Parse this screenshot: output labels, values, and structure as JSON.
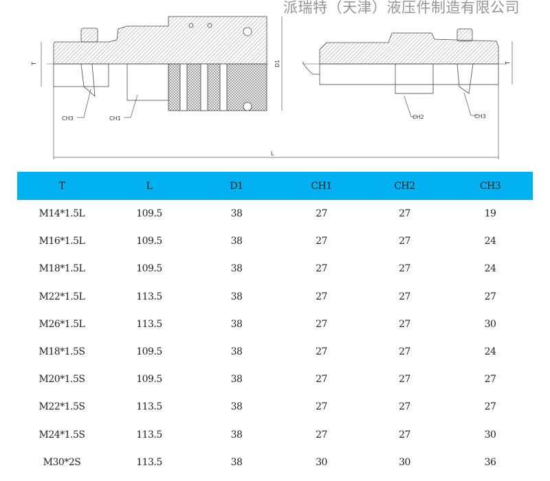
{
  "diagram": {
    "labels": {
      "T_left": "T",
      "D1": "D1",
      "CH3_left": "CH3",
      "CH1": "CH1",
      "CH2": "CH2",
      "CH3_right": "CH3",
      "T_right": "T",
      "L": "L"
    }
  },
  "table": {
    "headers": [
      "T",
      "L",
      "D1",
      "CH1",
      "CH2",
      "CH3"
    ],
    "rows": [
      [
        "M14*1.5L",
        "109.5",
        "38",
        "27",
        "27",
        "19"
      ],
      [
        "M16*1.5L",
        "109.5",
        "38",
        "27",
        "27",
        "24"
      ],
      [
        "M18*1.5L",
        "109.5",
        "38",
        "27",
        "27",
        "24"
      ],
      [
        "M22*1.5L",
        "113.5",
        "38",
        "27",
        "27",
        "27"
      ],
      [
        "M26*1.5L",
        "113.5",
        "38",
        "27",
        "27",
        "30"
      ],
      [
        "M18*1.5S",
        "109.5",
        "38",
        "27",
        "27",
        "24"
      ],
      [
        "M20*1.5S",
        "109.5",
        "38",
        "27",
        "27",
        "27"
      ],
      [
        "M22*1.5S",
        "113.5",
        "38",
        "27",
        "27",
        "27"
      ],
      [
        "M24*1.5S",
        "113.5",
        "38",
        "27",
        "27",
        "30"
      ],
      [
        "M30*2S",
        "113.5",
        "38",
        "30",
        "30",
        "36"
      ]
    ],
    "header_color": "#00b0f0"
  },
  "watermark": "派瑞特（天津）液压件制造有限公司"
}
